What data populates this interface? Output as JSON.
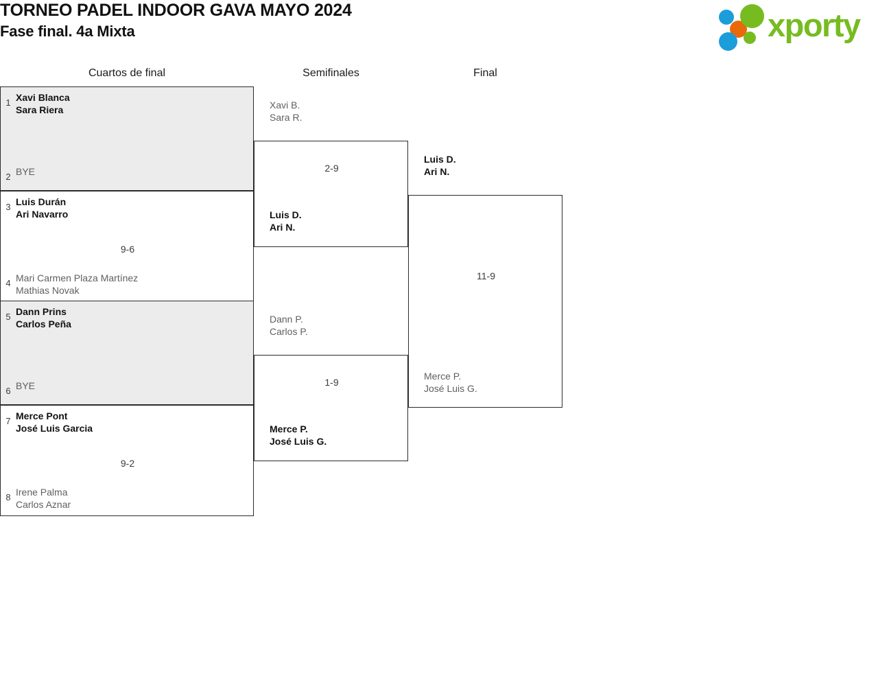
{
  "header": {
    "title": "TORNEO PADEL INDOOR GAVA MAYO 2024",
    "subtitle": "Fase final. 4a Mixta"
  },
  "logo": {
    "wordmark": "xporty",
    "colors": {
      "green": "#76bc21",
      "blue": "#1b9dd9",
      "orange": "#e8690b"
    }
  },
  "rounds": [
    {
      "label": "Cuartos de final"
    },
    {
      "label": "Semifinales"
    },
    {
      "label": "Final"
    }
  ],
  "bracket": {
    "quarterfinals": [
      {
        "score": "",
        "shaded": true,
        "top": {
          "seed": "1",
          "players": [
            "Xavi Blanca",
            "Sara Riera"
          ],
          "status": "winner"
        },
        "bottom": {
          "seed": "2",
          "players": [
            "BYE"
          ],
          "status": "bye"
        }
      },
      {
        "score": "9-6",
        "shaded": false,
        "top": {
          "seed": "3",
          "players": [
            "Luis Durán",
            "Ari Navarro"
          ],
          "status": "winner"
        },
        "bottom": {
          "seed": "4",
          "players": [
            "Mari Carmen Plaza Martínez",
            "Mathias Novak"
          ],
          "status": "loser"
        }
      },
      {
        "score": "",
        "shaded": true,
        "top": {
          "seed": "5",
          "players": [
            "Dann Prins",
            "Carlos Peña"
          ],
          "status": "winner"
        },
        "bottom": {
          "seed": "6",
          "players": [
            "BYE"
          ],
          "status": "bye"
        }
      },
      {
        "score": "9-2",
        "shaded": false,
        "top": {
          "seed": "7",
          "players": [
            "Merce Pont",
            "José Luis Garcia"
          ],
          "status": "winner"
        },
        "bottom": {
          "seed": "8",
          "players": [
            "Irene Palma",
            "Carlos Aznar"
          ],
          "status": "loser"
        }
      }
    ],
    "semifinals": [
      {
        "score": "2-9",
        "top": {
          "players": [
            "Xavi B.",
            "Sara R."
          ],
          "status": "loser"
        },
        "bottom": {
          "players": [
            "Luis D.",
            "Ari N."
          ],
          "status": "winner"
        }
      },
      {
        "score": "1-9",
        "top": {
          "players": [
            "Dann P.",
            "Carlos P."
          ],
          "status": "loser"
        },
        "bottom": {
          "players": [
            "Merce P.",
            "José Luis G."
          ],
          "status": "winner"
        }
      }
    ],
    "final": [
      {
        "score": "11-9",
        "top": {
          "players": [
            "Luis D.",
            "Ari N."
          ],
          "status": "winner"
        },
        "bottom": {
          "players": [
            "Merce P.",
            "José Luis G."
          ],
          "status": "loser"
        }
      }
    ]
  }
}
